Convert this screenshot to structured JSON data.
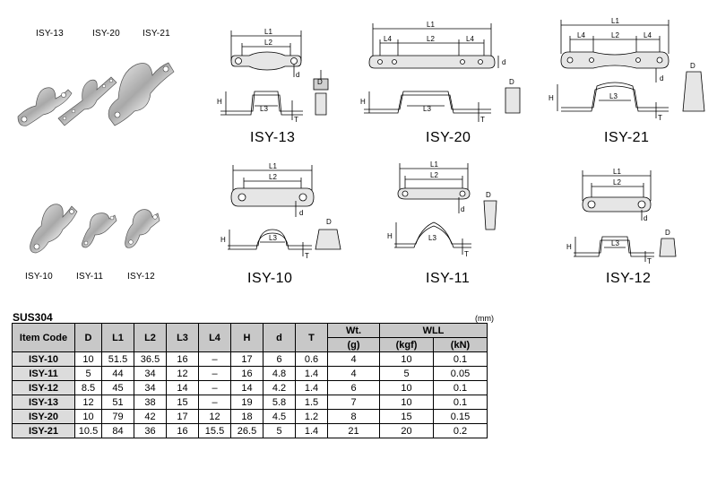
{
  "photos": {
    "top": [
      "ISY-13",
      "ISY-20",
      "ISY-21"
    ],
    "bottom": [
      "ISY-10",
      "ISY-11",
      "ISY-12"
    ]
  },
  "drawings": [
    {
      "title": "ISY-13"
    },
    {
      "title": "ISY-20"
    },
    {
      "title": "ISY-21"
    },
    {
      "title": "ISY-10"
    },
    {
      "title": "ISY-11"
    },
    {
      "title": "ISY-12"
    }
  ],
  "dim_labels": {
    "L1": "L1",
    "L2": "L2",
    "L3": "L3",
    "L4": "L4",
    "d": "d",
    "D": "D",
    "H": "H",
    "T": "T"
  },
  "table": {
    "material": "SUS304",
    "unit": "(mm)",
    "headers": {
      "item_code": "Item Code",
      "D": "D",
      "L1": "L1",
      "L2": "L2",
      "L3": "L3",
      "L4": "L4",
      "H": "H",
      "d": "d",
      "T": "T",
      "wt": "Wt.",
      "wt_unit": "(g)",
      "wll": "WLL",
      "kgf": "(kgf)",
      "kn": "(kN)"
    },
    "rows": [
      [
        "ISY-10",
        "10",
        "51.5",
        "36.5",
        "16",
        "–",
        "17",
        "6",
        "0.6",
        "4",
        "10",
        "0.1"
      ],
      [
        "ISY-11",
        "5",
        "44",
        "34",
        "12",
        "–",
        "16",
        "4.8",
        "1.4",
        "4",
        "5",
        "0.05"
      ],
      [
        "ISY-12",
        "8.5",
        "45",
        "34",
        "14",
        "–",
        "14",
        "4.2",
        "1.4",
        "6",
        "10",
        "0.1"
      ],
      [
        "ISY-13",
        "12",
        "51",
        "38",
        "15",
        "–",
        "19",
        "5.8",
        "1.5",
        "7",
        "10",
        "0.1"
      ],
      [
        "ISY-20",
        "10",
        "79",
        "42",
        "17",
        "12",
        "18",
        "4.5",
        "1.2",
        "8",
        "15",
        "0.15"
      ],
      [
        "ISY-21",
        "10.5",
        "84",
        "36",
        "16",
        "15.5",
        "26.5",
        "5",
        "1.4",
        "21",
        "20",
        "0.2"
      ]
    ]
  },
  "colors": {
    "steel_light": "#e6e6e6",
    "steel_mid": "#b4b4b4",
    "steel_dark": "#6e6e6e",
    "header_bg": "#c8c8c8",
    "code_bg": "#dcdcdc"
  }
}
